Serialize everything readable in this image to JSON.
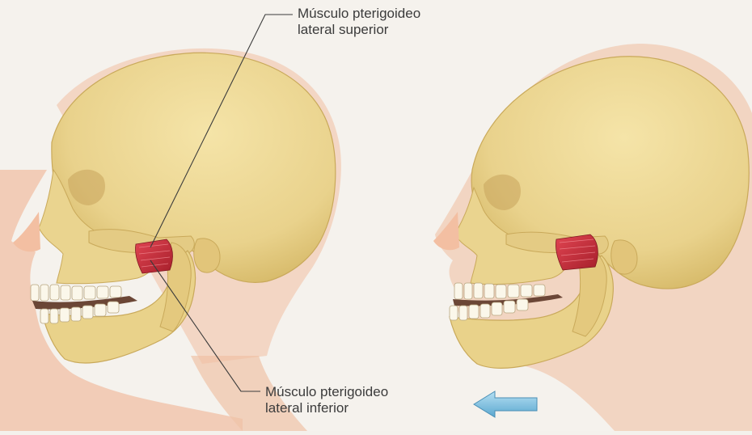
{
  "labels": {
    "superior": {
      "line1": "Músculo pterigoideo",
      "line2": "lateral superior"
    },
    "inferior": {
      "line1": "Músculo pterigoideo",
      "line2": "lateral inferior"
    }
  },
  "colors": {
    "background": "#f5f2ed",
    "skin": "#f3c4a8",
    "bone": "#ecd89a",
    "bone_shadow": "#d2b46a",
    "muscle": "#c9303a",
    "arrow": "#7fbfe0"
  },
  "arrow": {
    "direction": "left"
  }
}
